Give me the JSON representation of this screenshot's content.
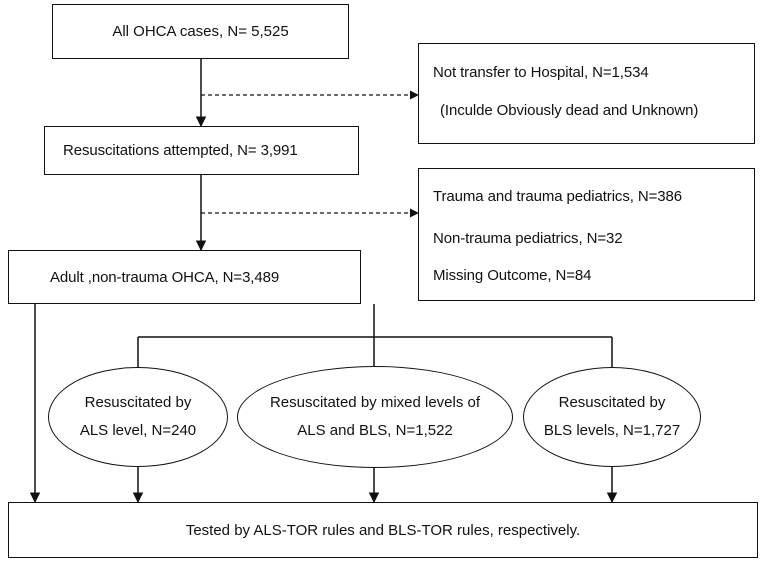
{
  "diagram": {
    "box_all_cases": "All OHCA cases, N= 5,525",
    "box_not_transfer_line1": "Not transfer to Hospital, N=1,534",
    "box_not_transfer_line2": "(Inculde Obviously dead and Unknown)",
    "box_resuscitations": "Resuscitations attempted, N= 3,991",
    "box_excluded_line1": "Trauma and trauma pediatrics, N=386",
    "box_excluded_line2": "Non-trauma pediatrics, N=32",
    "box_excluded_line3": "Missing Outcome, N=84",
    "box_adult": "Adult ,non-trauma OHCA, N=3,489",
    "ellipse_als_line1": "Resuscitated by",
    "ellipse_als_line2": "ALS level, N=240",
    "ellipse_mixed_line1": "Resuscitated by mixed levels of",
    "ellipse_mixed_line2": "ALS and BLS, N=1,522",
    "ellipse_bls_line1": "Resuscitated by",
    "ellipse_bls_line2": "BLS levels, N=1,727",
    "box_tested": "Tested by ALS-TOR rules and BLS-TOR rules, respectively."
  }
}
